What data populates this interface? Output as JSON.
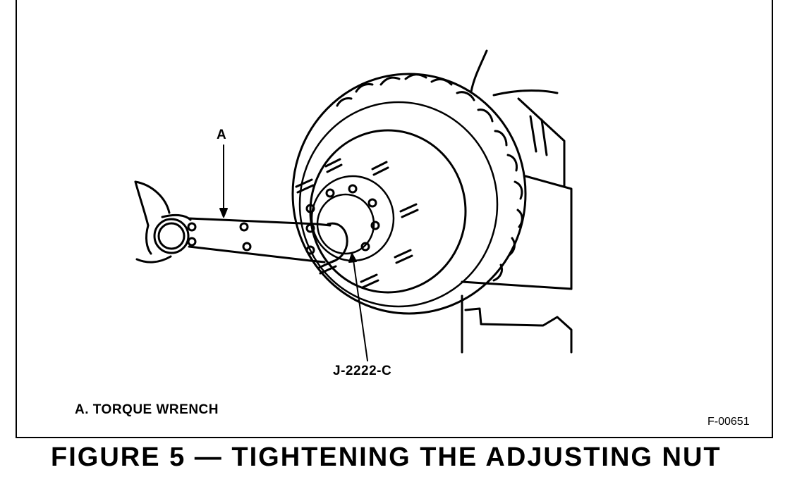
{
  "figure": {
    "callout_a": "A",
    "callout_tool": "J-2222-C",
    "legend_a": "A. TORQUE WRENCH",
    "figure_code": "F-00651",
    "caption": "FIGURE 5 — TIGHTENING THE ADJUSTING NUT"
  }
}
